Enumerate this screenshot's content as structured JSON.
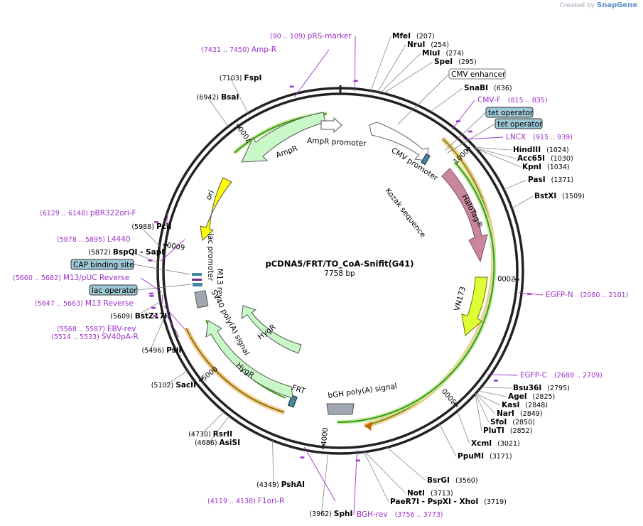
{
  "plasmid": {
    "name": "pCDNA5/FRT/TO_CoA-Snifit(G41)",
    "length_label": "7758 bp",
    "length": 7758
  },
  "credit": {
    "prefix": "Created by",
    "brand": "SnapGene"
  },
  "colors": {
    "enzyme": "#000000",
    "primer": "#9b30c9",
    "feature_box_fill": "#9cc7d4",
    "ampr": "#c8f7c8",
    "ori": "#ffff00",
    "halotag": "#c9879e",
    "vn173": "#ddff33",
    "orf": "#4aa51e",
    "orf_glow": "#f5c271",
    "grey": "#a0a7b0"
  },
  "ticks": [
    {
      "label": "1000",
      "bp": 1000
    },
    {
      "label": "2000",
      "bp": 2000
    },
    {
      "label": "3000",
      "bp": 3000
    },
    {
      "label": "4000",
      "bp": 4000
    },
    {
      "label": "5000",
      "bp": 5000
    },
    {
      "label": "6000",
      "bp": 6000
    },
    {
      "label": "7000",
      "bp": 7000
    }
  ],
  "enzymes": [
    {
      "name": "MfeI",
      "pos": "(207)",
      "bp": 207
    },
    {
      "name": "NruI",
      "pos": "(254)",
      "bp": 254
    },
    {
      "name": "MluI",
      "pos": "(274)",
      "bp": 274
    },
    {
      "name": "SpeI",
      "pos": "(295)",
      "bp": 295
    },
    {
      "name": "SnaBI",
      "pos": "(636)",
      "bp": 636
    },
    {
      "name": "HindIII",
      "pos": "(1024)",
      "bp": 1024
    },
    {
      "name": "Acc65I",
      "pos": "(1030)",
      "bp": 1030
    },
    {
      "name": "KpnI",
      "pos": "(1034)",
      "bp": 1034
    },
    {
      "name": "PasI",
      "pos": "(1371)",
      "bp": 1371
    },
    {
      "name": "BstXI",
      "pos": "(1509)",
      "bp": 1509
    },
    {
      "name": "Bsu36I",
      "pos": "(2795)",
      "bp": 2795
    },
    {
      "name": "AgeI",
      "pos": "(2825)",
      "bp": 2825
    },
    {
      "name": "KasI",
      "pos": "(2848)",
      "bp": 2848
    },
    {
      "name": "NarI",
      "pos": "(2849)",
      "bp": 2849
    },
    {
      "name": "SfoI",
      "pos": "(2850)",
      "bp": 2850
    },
    {
      "name": "PluTI",
      "pos": "(2852)",
      "bp": 2852
    },
    {
      "name": "XcmI",
      "pos": "(3021)",
      "bp": 3021
    },
    {
      "name": "PpuMI",
      "pos": "(3171)",
      "bp": 3171
    },
    {
      "name": "BsrGI",
      "pos": "(3560)",
      "bp": 3560
    },
    {
      "name": "NotI",
      "pos": "(3713)",
      "bp": 3713
    },
    {
      "name": "PaeR7I - PspXI - XhoI",
      "pos": "(3719)",
      "bp": 3719
    },
    {
      "name": "SphI",
      "pos": "(3962)",
      "bp": 3962
    },
    {
      "name": "PshAI",
      "pos": "(4349)",
      "bp": 4349
    },
    {
      "name": "AsiSI",
      "pos": "(4686)",
      "bp": 4686
    },
    {
      "name": "RsrII",
      "pos": "(4730)",
      "bp": 4730
    },
    {
      "name": "SacII",
      "pos": "(5102)",
      "bp": 5102
    },
    {
      "name": "PsiI",
      "pos": "(5496)",
      "bp": 5496
    },
    {
      "name": "BstZ17I",
      "pos": "(5609)",
      "bp": 5609
    },
    {
      "name": "BspQI - SapI",
      "pos": "(5872)",
      "bp": 5872
    },
    {
      "name": "PciI",
      "pos": "(5988)",
      "bp": 5988
    },
    {
      "name": "BsaI",
      "pos": "(6942)",
      "bp": 6942
    },
    {
      "name": "FspI",
      "pos": "(7103)",
      "bp": 7103
    }
  ],
  "primers": [
    {
      "name": "pRS-marker",
      "range": "(90 .. 109)",
      "bp": 100
    },
    {
      "name": "Amp-R",
      "range": "(7431 .. 7450)",
      "bp": 7440
    },
    {
      "name": "CMV-F",
      "range": "(815 .. 835)",
      "bp": 825
    },
    {
      "name": "LNCX",
      "range": "(915 .. 939)",
      "bp": 927
    },
    {
      "name": "EGFP-N",
      "range": "(2080 .. 2101)",
      "bp": 2090
    },
    {
      "name": "EGFP-C",
      "range": "(2688 .. 2709)",
      "bp": 2698
    },
    {
      "name": "BGH-rev",
      "range": "(3756 .. 3773)",
      "bp": 3764
    },
    {
      "name": "F1ori-R",
      "range": "(4119 .. 4138)",
      "bp": 4128
    },
    {
      "name": "SV40pA-R",
      "range": "(5514 .. 5533)",
      "bp": 5523
    },
    {
      "name": "EBV-rev",
      "range": "(5568 .. 5587)",
      "bp": 5577
    },
    {
      "name": "M13 Reverse",
      "range": "(5647 .. 5663)",
      "bp": 5655
    },
    {
      "name": "M13/pUC Reverse",
      "range": "(5660 .. 5682)",
      "bp": 5671
    },
    {
      "name": "L4440",
      "range": "(5878 .. 5895)",
      "bp": 5886
    },
    {
      "name": "pBR322ori-F",
      "range": "(6129 .. 6148)",
      "bp": 6138
    }
  ],
  "boxed_features": [
    {
      "name": "CMV enhancer"
    },
    {
      "name": "tet operator"
    },
    {
      "name": "tet operator"
    },
    {
      "name": "CAP binding site"
    },
    {
      "name": "lac operator"
    }
  ],
  "features": [
    {
      "name": "CMV promoter"
    },
    {
      "name": "Kozak sequence"
    },
    {
      "name": "HaloTag®"
    },
    {
      "name": "VN173"
    },
    {
      "name": "bGH poly(A) signal"
    },
    {
      "name": "FRT"
    },
    {
      "name": "HygR"
    },
    {
      "name": "HygR"
    },
    {
      "name": "SV40 poly(A) signal"
    },
    {
      "name": "M13 rev"
    },
    {
      "name": "lac promoter"
    },
    {
      "name": "ori"
    },
    {
      "name": "AmpR"
    },
    {
      "name": "AmpR promoter"
    }
  ]
}
